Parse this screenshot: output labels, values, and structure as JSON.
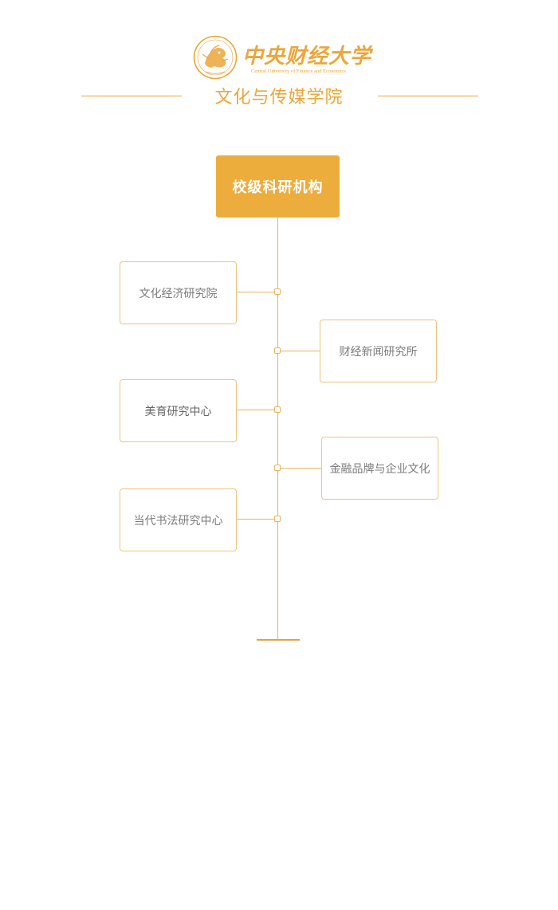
{
  "header": {
    "university_name_cn": "中央财经大学",
    "university_name_en": "Central University of Finance and Economics",
    "college_name": "文化与传媒学院"
  },
  "org_chart": {
    "root": "校级科研机构",
    "units": [
      {
        "label": "文化经济研究院",
        "side": "left"
      },
      {
        "label": "财经新闻研究所",
        "side": "right"
      },
      {
        "label": "美育研究中心",
        "side": "left"
      },
      {
        "label": "金融品牌与企业文化",
        "side": "right"
      },
      {
        "label": "当代书法研究中心",
        "side": "left"
      }
    ]
  },
  "colors": {
    "accent": "#ECA63A",
    "root_fill": "#ECAD3C",
    "line": "#E8B45A",
    "box_border": "#EDC47E",
    "text_gray": "#7b7b7b"
  }
}
